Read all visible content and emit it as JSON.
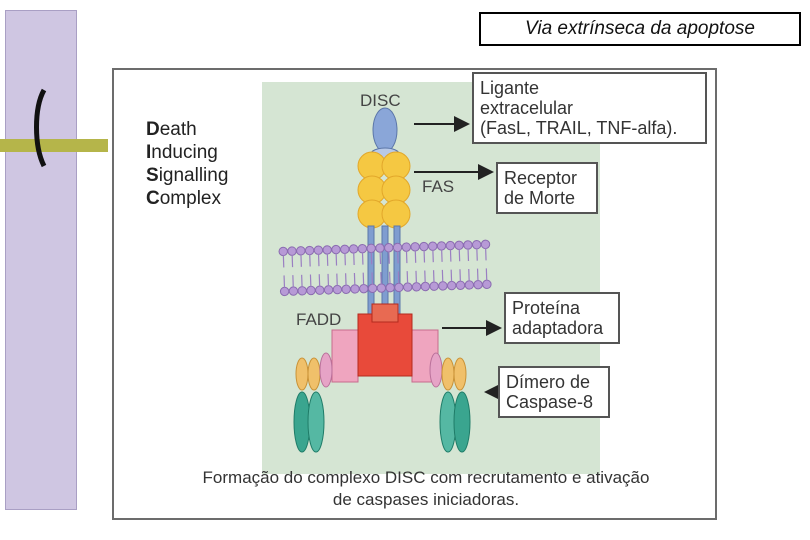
{
  "slide_title": "Via extrínseca da apoptose",
  "figure": {
    "disc_acronym_lines": [
      {
        "initial": "D",
        "rest": "eath"
      },
      {
        "initial": "I",
        "rest": "nducing"
      },
      {
        "initial": "S",
        "rest": "ignalling"
      },
      {
        "initial": "C",
        "rest": "omplex"
      }
    ],
    "labels": {
      "disc": "DISC",
      "fas": "FAS",
      "fadd": "FADD"
    },
    "callouts": {
      "ligand": [
        "Ligante",
        "extracelular",
        "(FasL, TRAIL, TNF-alfa)."
      ],
      "receptor": [
        "Receptor",
        "de Morte"
      ],
      "adapter": [
        "Proteína",
        "adaptadora"
      ],
      "caspase": [
        "Dímero de",
        "Caspase-8"
      ]
    },
    "caption": [
      "Formação do complexo DISC com recrutamento e ativação",
      "de caspases iniciadoras."
    ]
  },
  "colors": {
    "purple_bar": "#cfc6e2",
    "olive_bar": "#b5b54a",
    "panel": "#d5e5d3",
    "receptor_yellow": "#f5c842",
    "ligand_blue": "#7f9dd0",
    "membrane": "#b79ad6",
    "fadd_red": "#e84a3a",
    "fadd_pink": "#efa5bf",
    "caspase_teal": "#3aa58f"
  }
}
